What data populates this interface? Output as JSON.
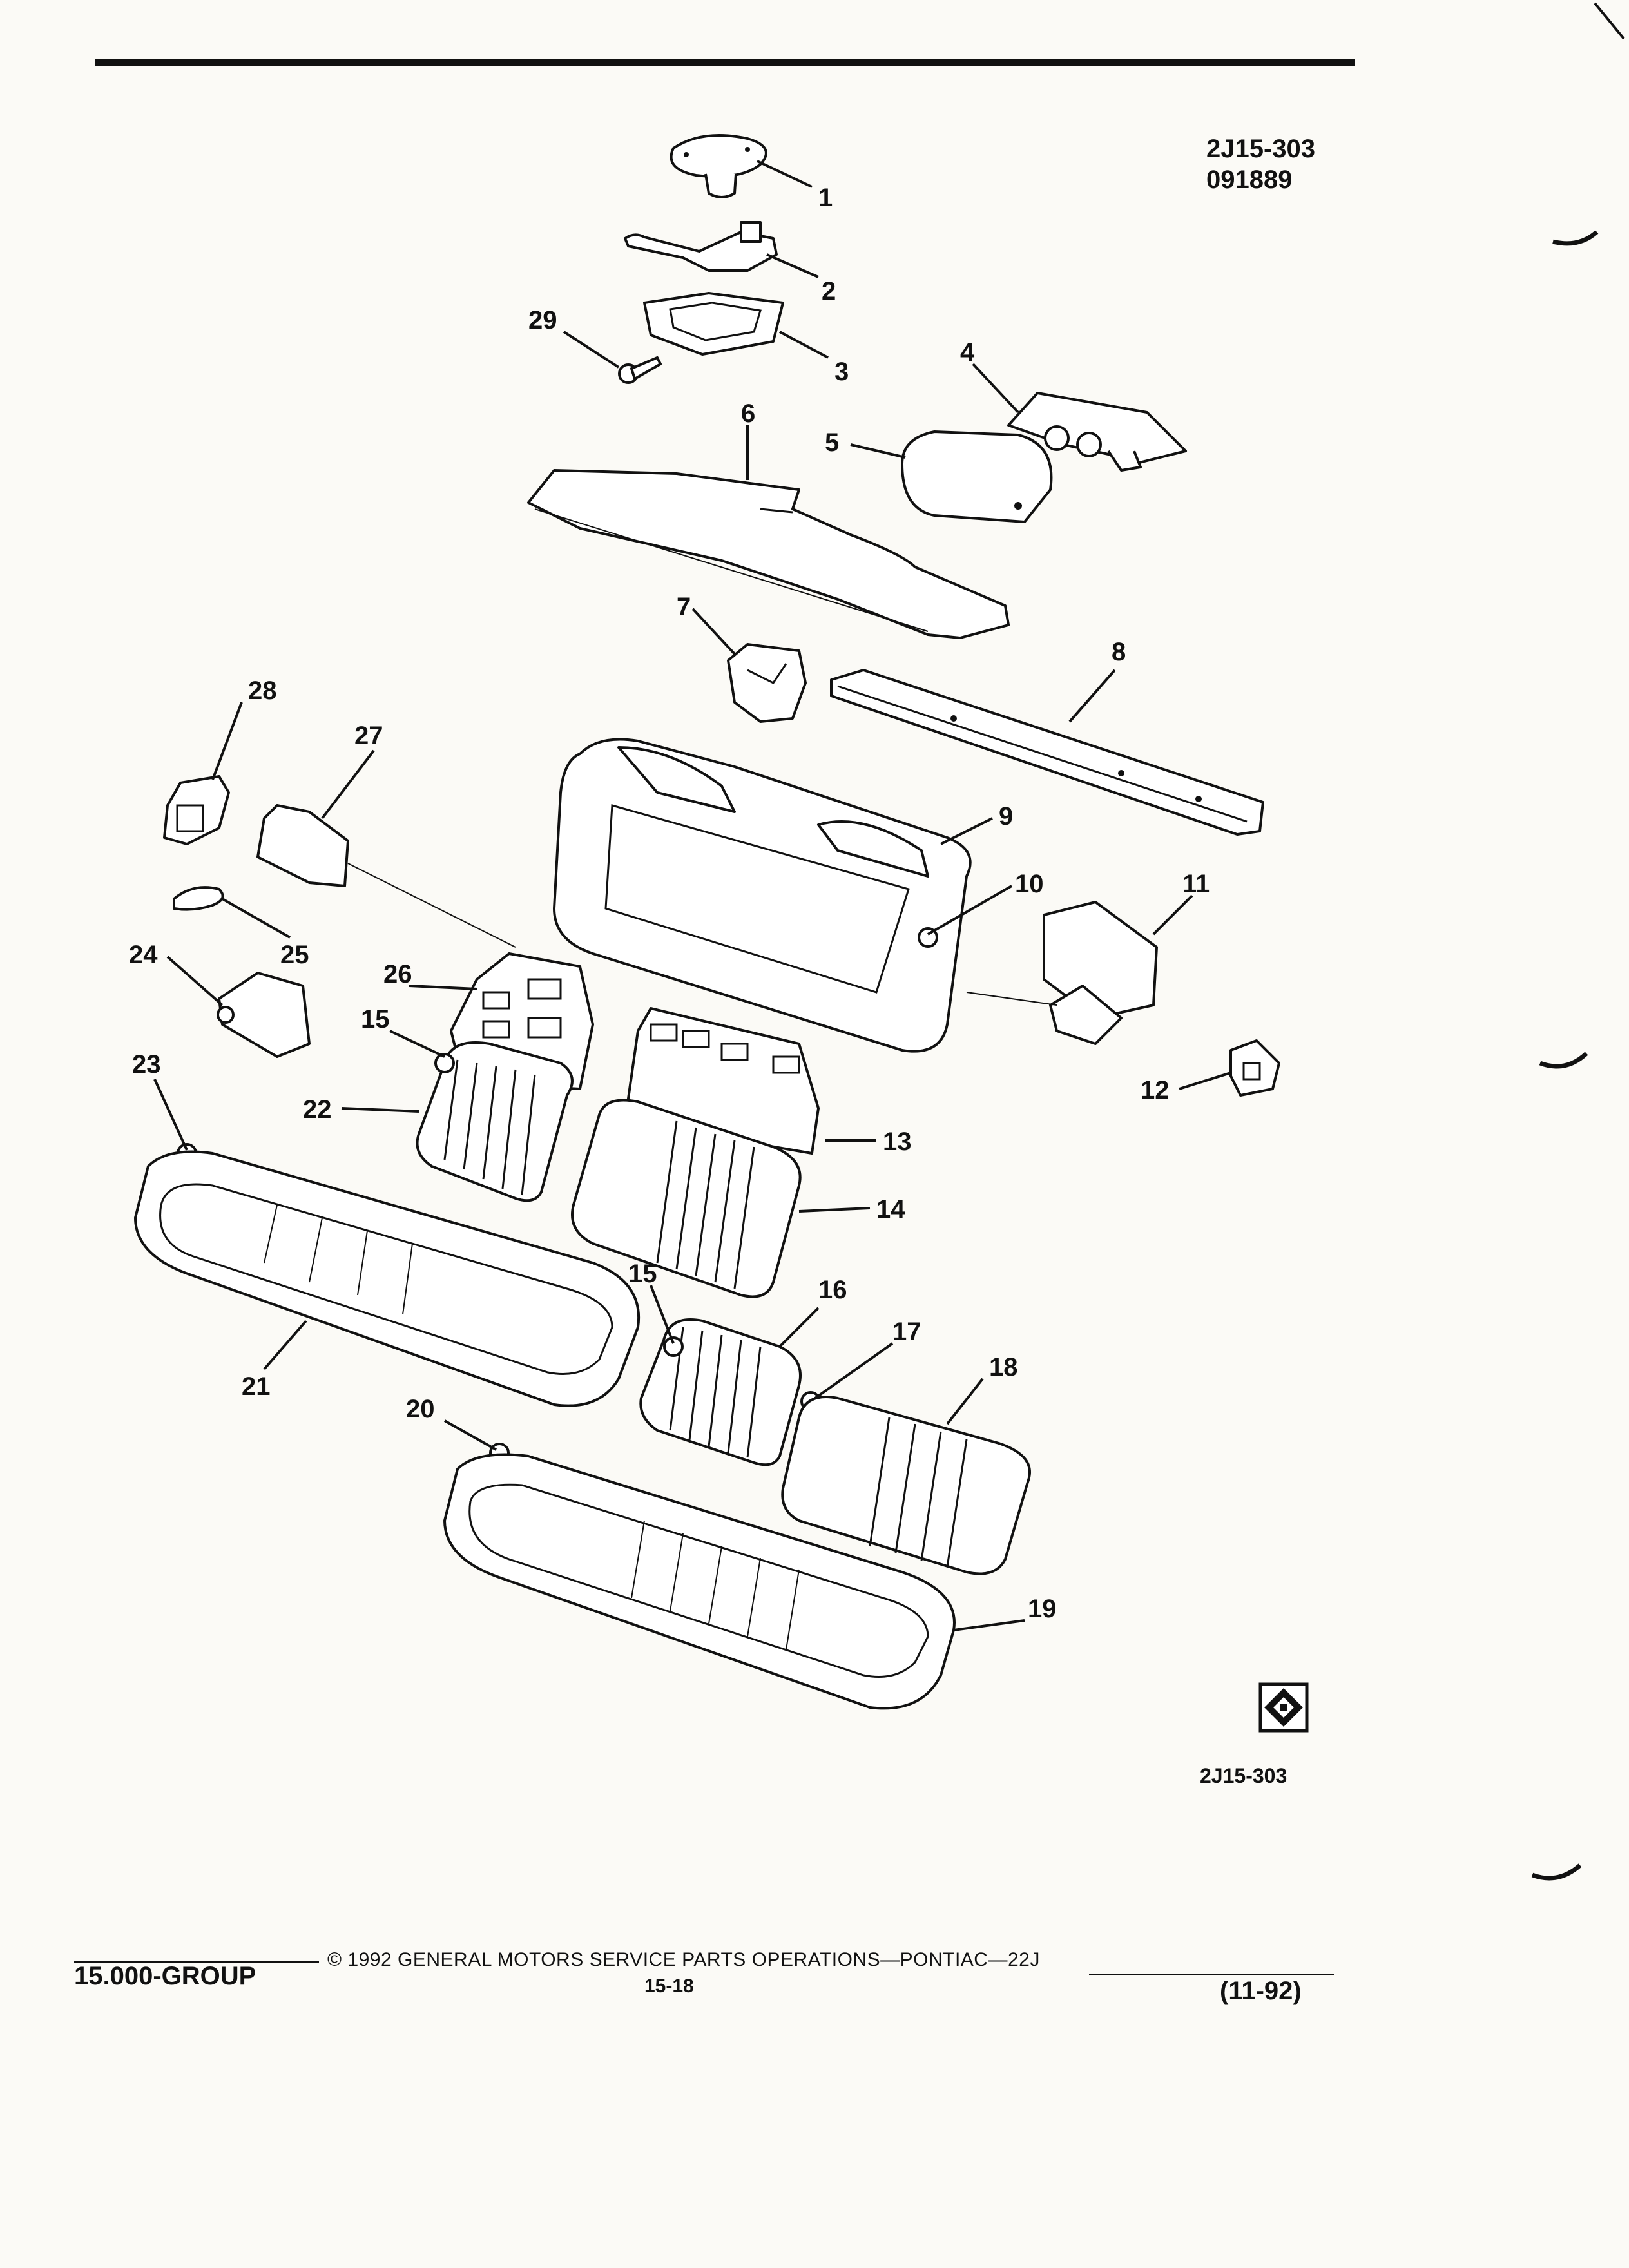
{
  "header": {
    "code_1": "2J15-303",
    "code_2": "091889"
  },
  "callouts": [
    "1",
    "2",
    "3",
    "4",
    "5",
    "6",
    "7",
    "8",
    "9",
    "10",
    "11",
    "12",
    "13",
    "14",
    "15",
    "15",
    "16",
    "17",
    "18",
    "19",
    "20",
    "21",
    "22",
    "23",
    "24",
    "25",
    "26",
    "27",
    "28",
    "29"
  ],
  "figure_code": "2J15-303",
  "footer": {
    "group": "15.000-GROUP",
    "copyright": "© 1992 GENERAL MOTORS SERVICE PARTS OPERATIONS—PONTIAC—22J",
    "page_number": "15-18",
    "date": "(11-92)"
  }
}
